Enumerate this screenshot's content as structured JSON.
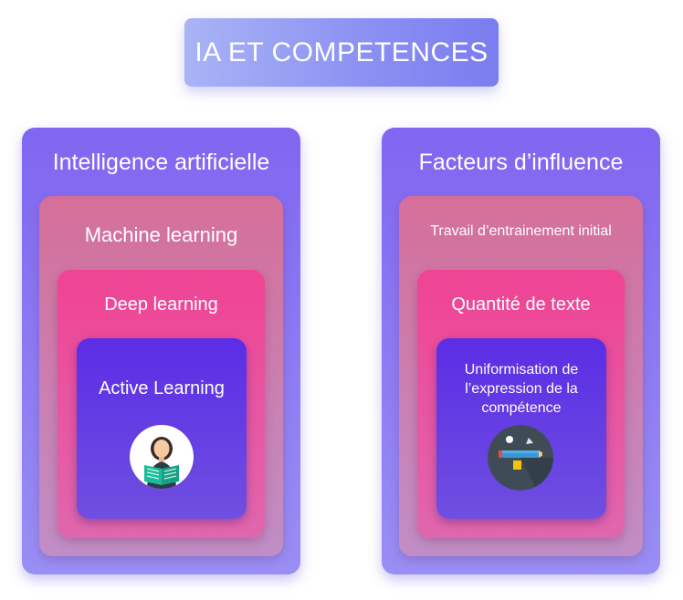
{
  "title": "IA ET COMPETENCES",
  "left": {
    "level1": "Intelligence artificielle",
    "level2": "Machine learning",
    "level3": "Deep learning",
    "level4": "Active Learning",
    "icon": "reading-person-icon"
  },
  "right": {
    "level1": "Facteurs d’influence",
    "level2": "Travail d’entrainement initial",
    "level3": "Quantité de texte",
    "level4_lines": [
      "Uniformisation de",
      "l’expression de la",
      "compétence"
    ],
    "icon": "pencil-geometry-icon"
  },
  "colors": {
    "outer": "#8066f1",
    "middle": "#d56f99",
    "inner": "#f04394",
    "core": "#5b2de5"
  }
}
